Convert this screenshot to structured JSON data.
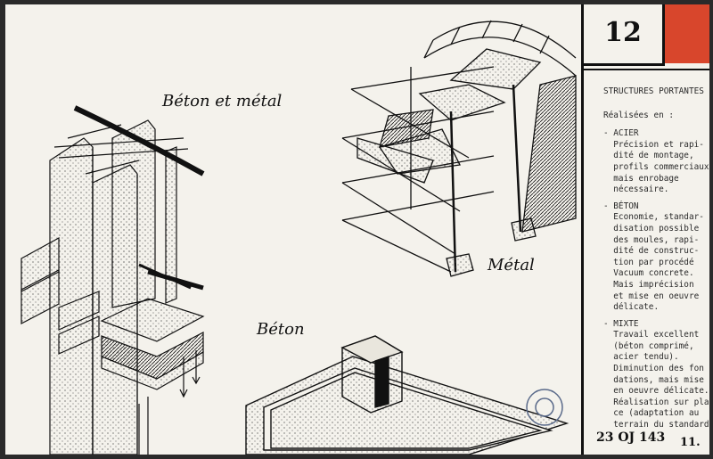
{
  "sheet": {
    "number": "12",
    "accent_color": "#d8462c"
  },
  "labels": {
    "beton_metal": "Béton et métal",
    "metal": "Métal",
    "beton": "Béton"
  },
  "notes": {
    "title": "STRUCTURES PORTANTES",
    "intro": "Réalisées en :",
    "lines": [
      "- ACIER",
      "  Précision et rapi-",
      "  dité de montage,",
      "  profils commerciaux",
      "  mais enrobage",
      "  nécessaire.",
      "- BÉTON",
      "  Economie, standar-",
      "  disation possible",
      "  des moules, rapi-",
      "  dité de construc-",
      "  tion par procédé",
      "  Vacuum concrete.",
      "  Mais imprécision",
      "  et mise en oeuvre",
      "  délicate.",
      "- MIXTE",
      "  Travail excellent",
      "  (béton comprimé,",
      "  acier tendu).",
      "  Diminution des fon",
      "  dations, mais mise",
      "  en oeuvre délicate.",
      "  Réalisation sur pla",
      "  ce (adaptation au",
      "  terrain du standard)"
    ]
  },
  "footer": {
    "ref": "23 OJ 143",
    "page": "11."
  }
}
